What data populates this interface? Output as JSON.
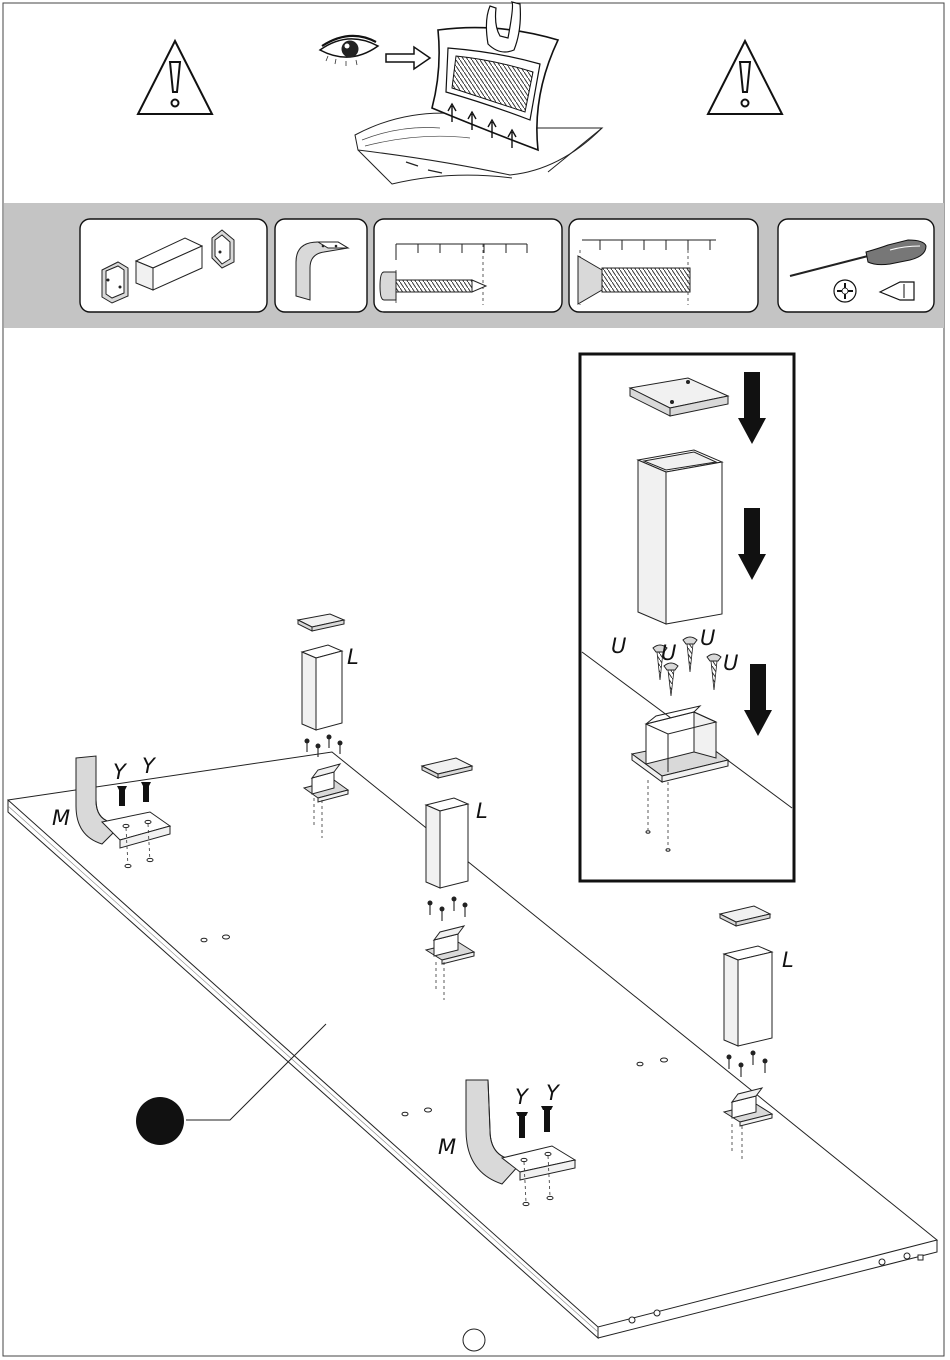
{
  "labels": {
    "leg_tube": "L",
    "bracket": "M",
    "bolt": "Y",
    "screw": "U"
  },
  "parts_strip": {
    "panels": [
      "leg-kit-panel",
      "bracket-panel",
      "wood-screw-panel",
      "bolt-panel",
      "tools-panel"
    ]
  },
  "icons": {
    "warning": "warning-triangle-icon",
    "eye": "eye-icon",
    "arrow": "arrow-right-icon",
    "manual": "manual-page-icon",
    "screwdriver": "screwdriver-icon",
    "phillips": "phillips-head-icon",
    "flat": "flat-head-icon",
    "part_marker": "part-marker-dot-icon"
  },
  "colors": {
    "parts_band": "#c4c4c4",
    "line": "#222222",
    "fill": "#ffffff",
    "marker": "#111111"
  }
}
